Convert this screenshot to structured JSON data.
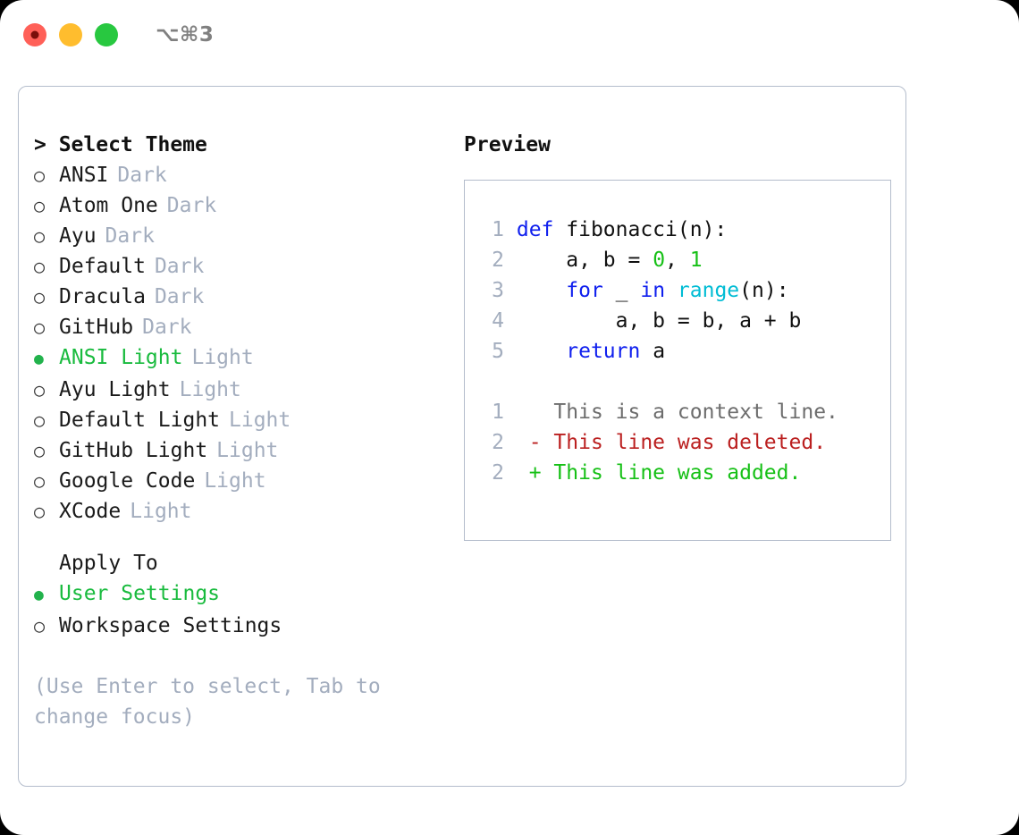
{
  "titlebar": {
    "shortcut": "⌥⌘3",
    "buttons": [
      {
        "name": "close",
        "color": "#ff6058"
      },
      {
        "name": "minimize",
        "color": "#ffbd2e"
      },
      {
        "name": "maximize",
        "color": "#28c840"
      }
    ]
  },
  "colors": {
    "accent_green": "#19bb3e",
    "muted": "#a3adbe",
    "border": "#b4bdcc",
    "keyword": "#1020ee",
    "function": "#00bcd4",
    "number": "#16c016",
    "diff_added": "#16c016",
    "diff_deleted": "#bb2020",
    "diff_context": "#6d6d6d"
  },
  "theme_list": {
    "header": "> Select Theme",
    "items": [
      {
        "bullet": "○",
        "label": "ANSI",
        "tag": "Dark",
        "selected": false
      },
      {
        "bullet": "○",
        "label": "Atom One",
        "tag": "Dark",
        "selected": false
      },
      {
        "bullet": "○",
        "label": "Ayu",
        "tag": "Dark",
        "selected": false
      },
      {
        "bullet": "○",
        "label": "Default",
        "tag": "Dark",
        "selected": false
      },
      {
        "bullet": "○",
        "label": "Dracula",
        "tag": "Dark",
        "selected": false
      },
      {
        "bullet": "○",
        "label": "GitHub",
        "tag": "Dark",
        "selected": false
      },
      {
        "bullet": "●",
        "label": "ANSI Light",
        "tag": "Light",
        "selected": true
      },
      {
        "bullet": "○",
        "label": "Ayu Light",
        "tag": "Light",
        "selected": false
      },
      {
        "bullet": "○",
        "label": "Default Light",
        "tag": "Light",
        "selected": false
      },
      {
        "bullet": "○",
        "label": "GitHub Light",
        "tag": "Light",
        "selected": false
      },
      {
        "bullet": "○",
        "label": "Google Code",
        "tag": "Light",
        "selected": false
      },
      {
        "bullet": "○",
        "label": "XCode",
        "tag": "Light",
        "selected": false
      }
    ]
  },
  "apply_to": {
    "header": "Apply To",
    "items": [
      {
        "bullet": "●",
        "label": "User Settings",
        "selected": true
      },
      {
        "bullet": "○",
        "label": "Workspace Settings",
        "selected": false
      }
    ]
  },
  "hint": "(Use Enter to select, Tab to change focus)",
  "preview": {
    "title": "Preview",
    "code_lines": [
      {
        "num": "1",
        "tokens": [
          {
            "t": "def ",
            "c": "kw"
          },
          {
            "t": "fibonacci(n):",
            "c": "plain"
          }
        ]
      },
      {
        "num": "2",
        "tokens": [
          {
            "t": "    a, b = ",
            "c": "plain"
          },
          {
            "t": "0",
            "c": "num"
          },
          {
            "t": ", ",
            "c": "plain"
          },
          {
            "t": "1",
            "c": "num"
          }
        ]
      },
      {
        "num": "3",
        "tokens": [
          {
            "t": "    ",
            "c": "plain"
          },
          {
            "t": "for",
            "c": "kw"
          },
          {
            "t": " _ ",
            "c": "plain"
          },
          {
            "t": "in",
            "c": "kw"
          },
          {
            "t": " ",
            "c": "plain"
          },
          {
            "t": "range",
            "c": "fn"
          },
          {
            "t": "(n):",
            "c": "plain"
          }
        ]
      },
      {
        "num": "4",
        "tokens": [
          {
            "t": "        a, b = b, a + b",
            "c": "plain"
          }
        ]
      },
      {
        "num": "5",
        "tokens": [
          {
            "t": "    ",
            "c": "plain"
          },
          {
            "t": "return",
            "c": "kw"
          },
          {
            "t": " a",
            "c": "plain"
          }
        ]
      }
    ],
    "diff_lines": [
      {
        "num": "1",
        "marker": " ",
        "text": " This is a context line.",
        "kind": "diff-ctx"
      },
      {
        "num": "2",
        "marker": "-",
        "text": " This line was deleted.",
        "kind": "diff-del"
      },
      {
        "num": "2",
        "marker": "+",
        "text": " This line was added.",
        "kind": "diff-add"
      }
    ]
  }
}
